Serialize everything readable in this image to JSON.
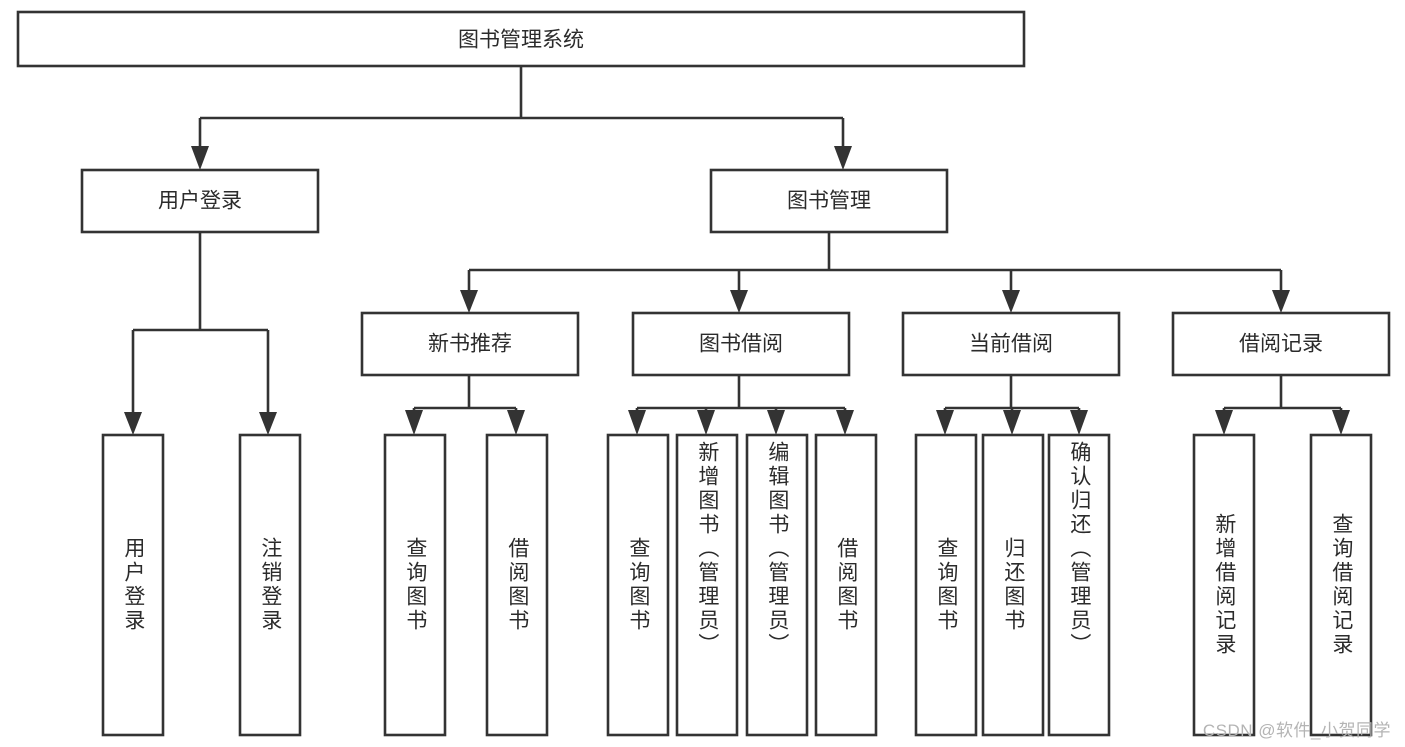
{
  "diagram": {
    "title": "图书管理系统",
    "type": "hierarchy-tree",
    "watermark": "CSDN @软件_小贺同学",
    "colors": {
      "background": "#ffffff",
      "box_fill": "#ffffff",
      "box_stroke": "#333333",
      "text": "#2b2b2b",
      "watermark": "#b4b4b4"
    },
    "root": {
      "id": "root",
      "label": "图书管理系统",
      "orientation": "horizontal"
    },
    "level2": [
      {
        "id": "user-login",
        "label": "用户登录",
        "orientation": "horizontal"
      },
      {
        "id": "book-manage",
        "label": "图书管理",
        "orientation": "horizontal"
      }
    ],
    "level3": [
      {
        "id": "new-book-recommend",
        "label": "新书推荐",
        "orientation": "horizontal",
        "parent": "book-manage"
      },
      {
        "id": "book-borrow",
        "label": "图书借阅",
        "orientation": "horizontal",
        "parent": "book-manage"
      },
      {
        "id": "current-borrow",
        "label": "当前借阅",
        "orientation": "horizontal",
        "parent": "book-manage"
      },
      {
        "id": "borrow-record",
        "label": "借阅记录",
        "orientation": "horizontal",
        "parent": "book-manage"
      }
    ],
    "leaves": [
      {
        "id": "leaf-user-login",
        "label": "用户登录",
        "parent": "user-login",
        "orientation": "vertical"
      },
      {
        "id": "leaf-logout-login",
        "label": "注销登录",
        "parent": "user-login",
        "orientation": "vertical"
      },
      {
        "id": "leaf-query-book-1",
        "label": "查询图书",
        "parent": "new-book-recommend",
        "orientation": "vertical"
      },
      {
        "id": "leaf-borrow-book-1",
        "label": "借阅图书",
        "parent": "new-book-recommend",
        "orientation": "vertical"
      },
      {
        "id": "leaf-query-book-2",
        "label": "查询图书",
        "parent": "book-borrow",
        "orientation": "vertical"
      },
      {
        "id": "leaf-add-book",
        "label": "新增图书（管理员）",
        "parent": "book-borrow",
        "orientation": "vertical"
      },
      {
        "id": "leaf-edit-book",
        "label": "编辑图书（管理员）",
        "parent": "book-borrow",
        "orientation": "vertical"
      },
      {
        "id": "leaf-borrow-book-2",
        "label": "借阅图书",
        "parent": "book-borrow",
        "orientation": "vertical"
      },
      {
        "id": "leaf-query-book-3",
        "label": "查询图书",
        "parent": "current-borrow",
        "orientation": "vertical"
      },
      {
        "id": "leaf-return-book",
        "label": "归还图书",
        "parent": "current-borrow",
        "orientation": "vertical"
      },
      {
        "id": "leaf-confirm-return",
        "label": "确认归还（管理员）",
        "parent": "current-borrow",
        "orientation": "vertical"
      },
      {
        "id": "leaf-add-record",
        "label": "新增借阅记录",
        "parent": "borrow-record",
        "orientation": "vertical"
      },
      {
        "id": "leaf-query-record",
        "label": "查询借阅记录",
        "parent": "borrow-record",
        "orientation": "vertical"
      }
    ]
  }
}
